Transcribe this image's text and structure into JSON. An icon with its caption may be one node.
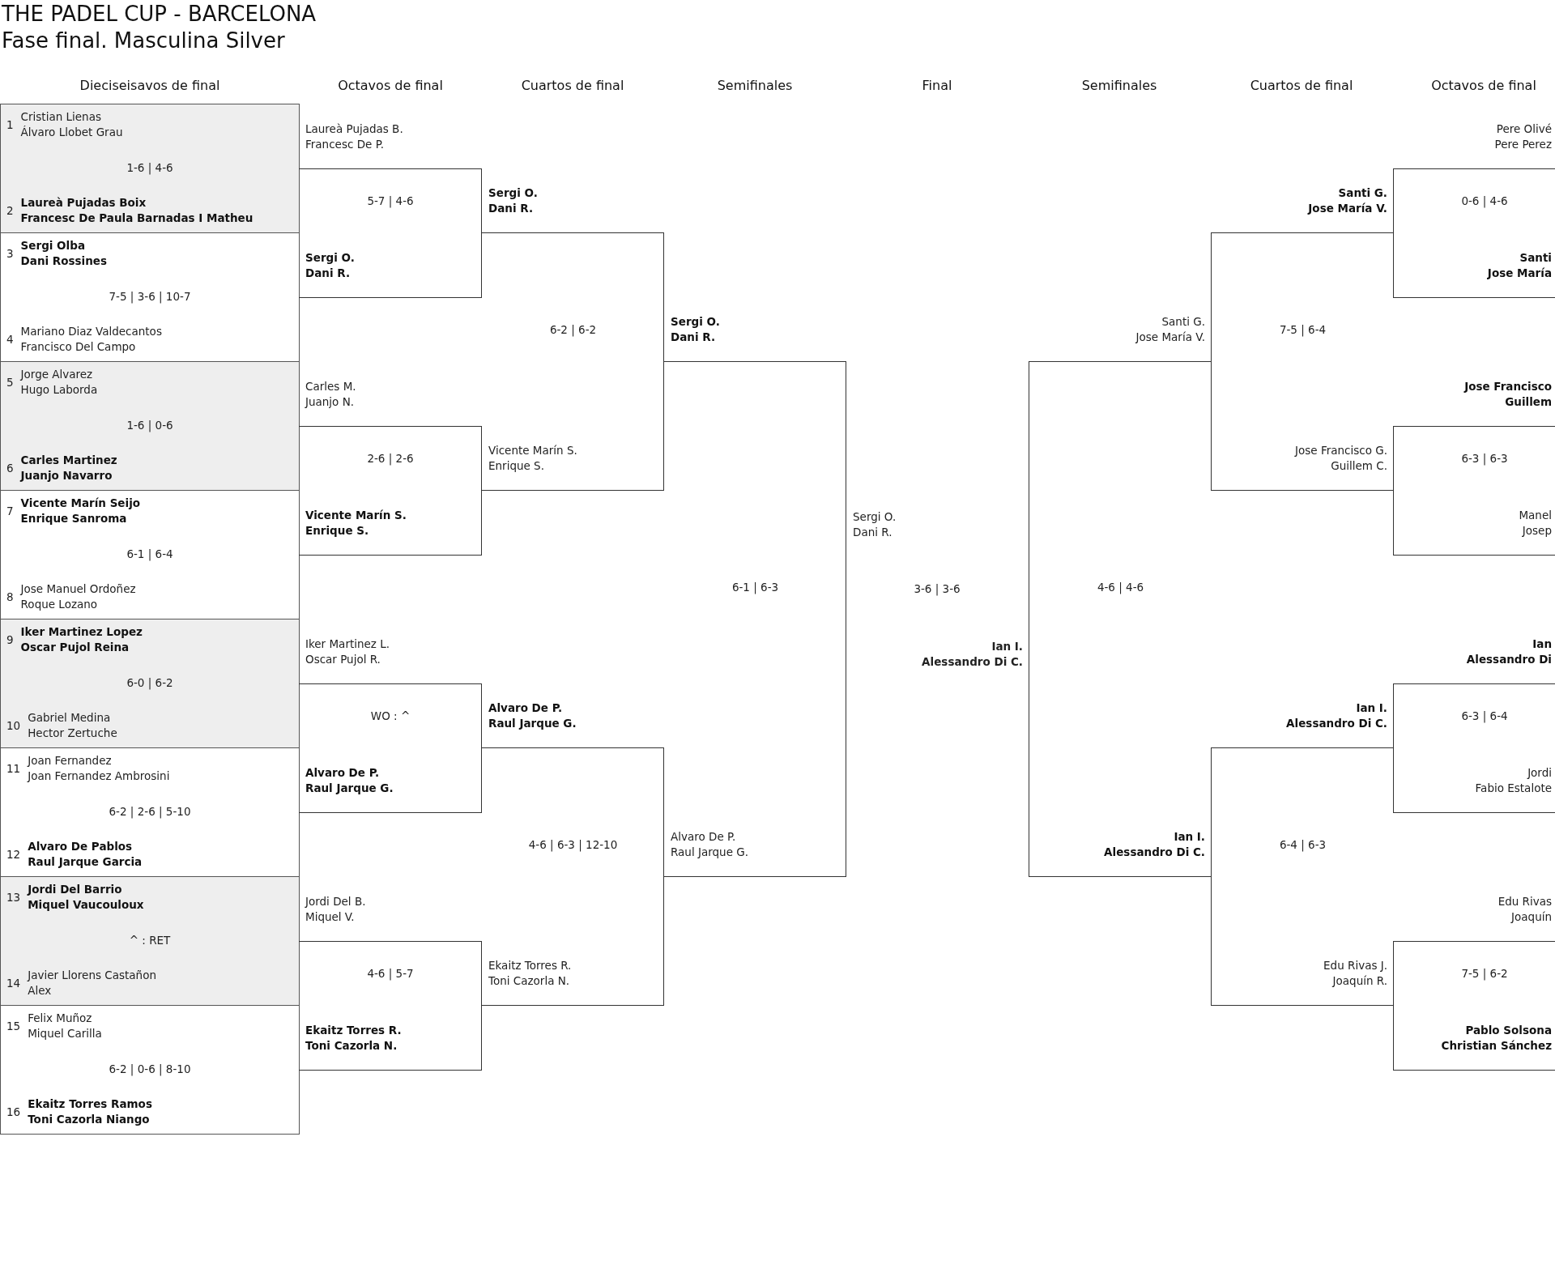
{
  "diagram": {
    "title": "THE PADEL CUP - BARCELONA",
    "nodes": [
      {
        "text": [
          "1",
          "Cristian Lienas",
          "Álvaro Llobet Grau",
          "1-6 | 4-6",
          "2",
          "Laureà Pujadas Boix",
          "Francesc De Paula Barnadas I Matheu"
        ]
      },
      {
        "text": [
          "3",
          "Sergi Olba",
          "Dani Rossines",
          "7-5 | 3-6 | 10-7",
          "4",
          "Mariano Diaz Valdecantos",
          "Francisco Del Campo"
        ]
      },
      {
        "text": [
          "5",
          "Jorge Alvarez",
          "Hugo Laborda",
          "1-6 | 0-6",
          "6",
          "Carles Martinez",
          "Juanjo Navarro"
        ]
      },
      {
        "text": [
          "7",
          "Vicente Marín Seijo",
          "Enrique Sanroma",
          "6-1 | 6-4",
          "8",
          "Jose Manuel Ordoñez",
          "Roque Lozano"
        ]
      },
      {
        "text": [
          "9",
          "Iker Martinez Lopez",
          "Oscar Pujol Reina",
          "6-0 | 6-2",
          "10",
          "Gabriel Medina",
          "Hector Zertuche"
        ]
      },
      {
        "text": [
          "11",
          "Joan Fernandez",
          "Joan Fernandez Ambrosini",
          "6-2 | 2-6 | 5-10",
          "12",
          "Alvaro De Pablos",
          "Raul Jarque Garcia"
        ]
      },
      {
        "text": [
          "13",
          "Jordi Del Barrio",
          "Miquel Vaucouloux",
          "^ : RET",
          "14",
          "Javier Llorens Castañon",
          "Alex"
        ]
      },
      {
        "text": [
          "15",
          "Felix Muñoz",
          "Miquel Carilla",
          "6-2 | 0-6 | 8-10",
          "16",
          "Ekaitz Torres Ramos",
          "Toni Cazorla Niango"
        ]
      },
      {
        "text": [
          "Laureà Pujadas B.",
          "Francesc De P.",
          "5-7 | 4-6",
          "Sergi O.",
          "Dani R."
        ]
      },
      {
        "text": [
          "Carles M.",
          "Juanjo N.",
          "2-6 | 2-6",
          "Vicente Marín S.",
          "Enrique S."
        ]
      },
      {
        "text": [
          "Iker Martinez L.",
          "Oscar Pujol R.",
          "WO : ^",
          "Alvaro De P.",
          "Raul Jarque G."
        ]
      },
      {
        "text": [
          "Jordi Del B.",
          "Miquel V.",
          "4-6 | 5-7",
          "Ekaitz Torres R.",
          "Toni Cazorla N."
        ]
      },
      {
        "text": [
          "Sergi O.",
          "Dani R.",
          "6-2 | 6-2",
          "Vicente Marín S.",
          "Enrique S."
        ]
      },
      {
        "text": [
          "Alvaro De P.",
          "Raul Jarque G.",
          "4-6 | 6-3 | 12-10",
          "Ekaitz Torres R.",
          "Toni Cazorla N."
        ]
      },
      {
        "text": [
          "Sergi O.",
          "Dani R.",
          "6-1 | 6-3",
          "Alvaro De P.",
          "Raul Jarque G."
        ]
      },
      {
        "text": [
          "Santi G.",
          "Jose María V.",
          "4-6 | 4-6",
          "Ian I.",
          "Alessandro Di C."
        ]
      },
      {
        "text": [
          "Santi G.",
          "Jose María V.",
          "7-5 | 6-4",
          "Jose Francisco G.",
          "Guillem C."
        ]
      },
      {
        "text": [
          "Ian I.",
          "Alessandro Di C.",
          "6-4 | 6-3",
          "Edu Rivas J.",
          "Joaquín R."
        ]
      },
      {
        "text": [
          "Pere Olivé",
          "Pere Perez",
          "0-6 | 4-6",
          "Santi",
          "Jose María"
        ]
      },
      {
        "text": [
          "Jose Francisco",
          "Guillem",
          "6-3 | 6-3",
          "Manel",
          "Josep"
        ]
      },
      {
        "text": [
          "Ian",
          "Alessandro Di",
          "6-3 | 6-4",
          "Jordi",
          "Fabio Estalote"
        ]
      },
      {
        "text": [
          "Edu Rivas",
          "Joaquín",
          "7-5 | 6-2",
          "Pablo Solsona",
          "Christian Sánchez"
        ]
      }
    ],
    "labels": [
      "Fase final. Masculina Silver",
      "Dieciseisavos de final",
      "Octavos de final",
      "Cuartos de final",
      "Semifinales",
      "Final",
      "Semifinales",
      "Cuartos de final",
      "Octavos de final",
      "Sergi O.",
      "Dani R.",
      "3-6 | 3-6",
      "Ian I.",
      "Alessandro Di C."
    ]
  }
}
